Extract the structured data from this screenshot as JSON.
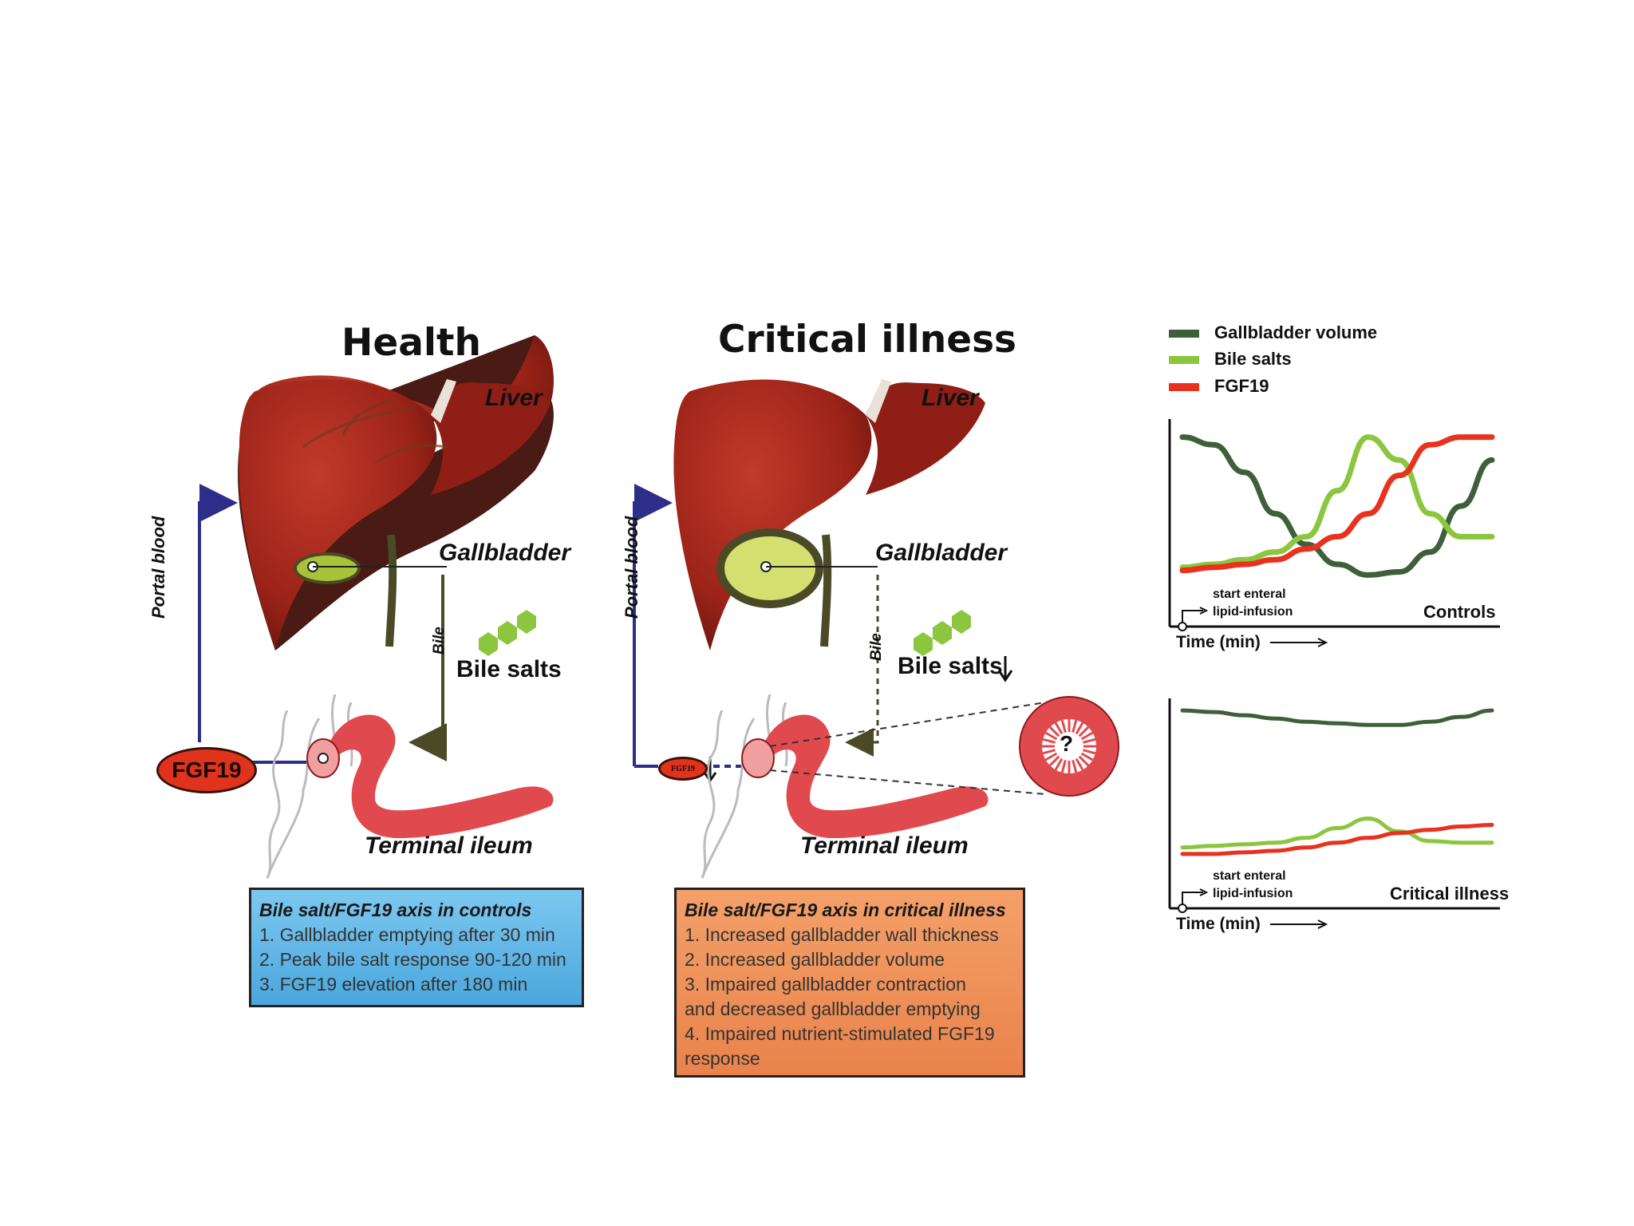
{
  "health": {
    "title": "Health",
    "liver": "Liver",
    "gallbladder": "Gallbladder",
    "portal_blood": "Portal blood",
    "bile": "Bile",
    "bile_salts": "Bile salts",
    "fgf19": "FGF19",
    "ileum": "Terminal ileum",
    "box": {
      "heading": "Bile salt/FGF19 axis in controls",
      "lines": [
        "1. Gallbladder emptying after 30 min",
        "2. Peak bile salt response 90-120 min",
        "3. FGF19 elevation after 180 min"
      ]
    }
  },
  "illness": {
    "title": "Critical illness",
    "liver": "Liver",
    "gallbladder": "Gallbladder",
    "portal_blood": "Portal blood",
    "bile": "Bile",
    "bile_salts": "Bile salts",
    "fgf19": "FGF19",
    "ileum": "Terminal ileum",
    "question": "?",
    "box": {
      "heading": "Bile salt/FGF19 axis in critical illness",
      "lines": [
        "1. Increased gallbladder wall thickness",
        "2. Increased gallbladder volume",
        "3. Impaired gallbladder contraction",
        "and decreased gallbladder emptying",
        "4. Impaired nutrient-stimulated FGF19",
        "response"
      ]
    }
  },
  "legend": [
    {
      "label": "Gallbladder volume",
      "color": "#3f5f3a"
    },
    {
      "label": "Bile salts",
      "color": "#8cc63f"
    },
    {
      "label": "FGF19",
      "color": "#e8321e"
    }
  ],
  "colors": {
    "liver": "#a8261c",
    "liver_dark": "#4a1a14",
    "gallbladder": "#c8d86a",
    "ileum": "#e04a4f",
    "portal": "#2e2e8a",
    "bile_duct": "#4a4a26",
    "health_box": "#5ab3e6",
    "illness_box": "#ee8c55"
  },
  "chart_data": [
    {
      "type": "line",
      "panel_label": "Controls",
      "annotation": [
        "start enteral",
        "lipid-infusion"
      ],
      "xlabel": "Time (min)",
      "x": [
        0,
        1,
        2,
        3,
        4,
        5,
        6,
        7,
        8,
        9,
        10
      ],
      "series": [
        {
          "name": "Gallbladder volume",
          "values": [
            0.95,
            0.9,
            0.72,
            0.45,
            0.25,
            0.12,
            0.05,
            0.07,
            0.2,
            0.5,
            0.8
          ]
        },
        {
          "name": "Bile salts",
          "values": [
            0.1,
            0.12,
            0.15,
            0.2,
            0.3,
            0.6,
            0.95,
            0.8,
            0.45,
            0.3,
            0.3
          ]
        },
        {
          "name": "FGF19",
          "values": [
            0.08,
            0.1,
            0.12,
            0.15,
            0.22,
            0.3,
            0.45,
            0.7,
            0.9,
            0.95,
            0.95
          ]
        }
      ]
    },
    {
      "type": "line",
      "panel_label": "Critical illness",
      "annotation": [
        "start enteral",
        "lipid-infusion"
      ],
      "xlabel": "Time (min)",
      "x": [
        0,
        1,
        2,
        3,
        4,
        5,
        6,
        7,
        8,
        9,
        10
      ],
      "series": [
        {
          "name": "Gallbladder volume",
          "values": [
            0.95,
            0.94,
            0.92,
            0.9,
            0.88,
            0.87,
            0.86,
            0.86,
            0.88,
            0.91,
            0.95
          ]
        },
        {
          "name": "Bile salts",
          "values": [
            0.1,
            0.11,
            0.12,
            0.13,
            0.16,
            0.22,
            0.28,
            0.2,
            0.14,
            0.13,
            0.13
          ]
        },
        {
          "name": "FGF19",
          "values": [
            0.06,
            0.06,
            0.07,
            0.08,
            0.1,
            0.13,
            0.16,
            0.19,
            0.21,
            0.23,
            0.24
          ]
        }
      ]
    }
  ]
}
